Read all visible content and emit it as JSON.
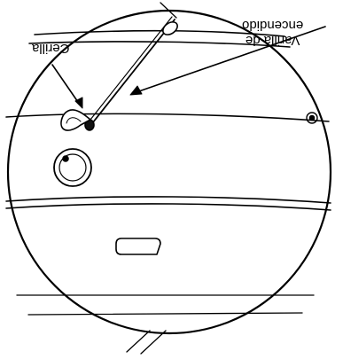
{
  "labels": {
    "lighting_rod": "Varilla de encendido",
    "lighting_rod_line1": "Varilla de",
    "lighting_rod_line2": "encendido",
    "match": "Cerilla"
  },
  "colors": {
    "ink": "#000000",
    "paper": "#ffffff",
    "match_head": "#111111"
  }
}
